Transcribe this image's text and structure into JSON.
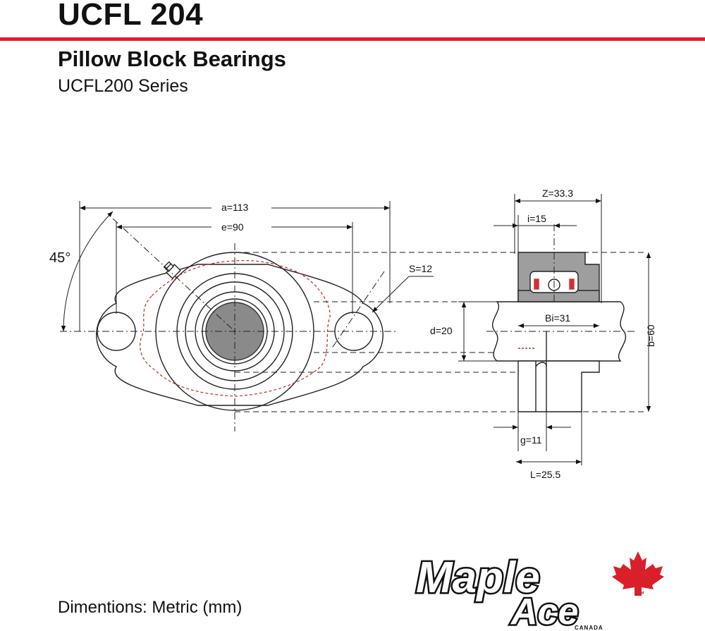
{
  "header": {
    "title": "UCFL 204",
    "subtitle": "Pillow Block Bearings",
    "series": "UCFL200 Series"
  },
  "drawing": {
    "angle_label": "45°",
    "dimensions": {
      "a": "a=113",
      "e": "e=90",
      "s": "S=12",
      "z": "Z=33.3",
      "i": "i=15",
      "bi": "Bi=31",
      "d": "d=20",
      "b": "b=60",
      "g": "g=11",
      "l": "L=25.5"
    }
  },
  "logo": {
    "line1": "Maple",
    "line2": "Ace",
    "tm": "™",
    "country": "CANADA",
    "leaf_color": "#d9202a"
  },
  "footer": {
    "units": "Dimentions: Metric (mm)"
  },
  "colors": {
    "accent": "#e0202a",
    "hidden_lines": "#c62828",
    "bearing_grey": "#8a8a8a"
  }
}
